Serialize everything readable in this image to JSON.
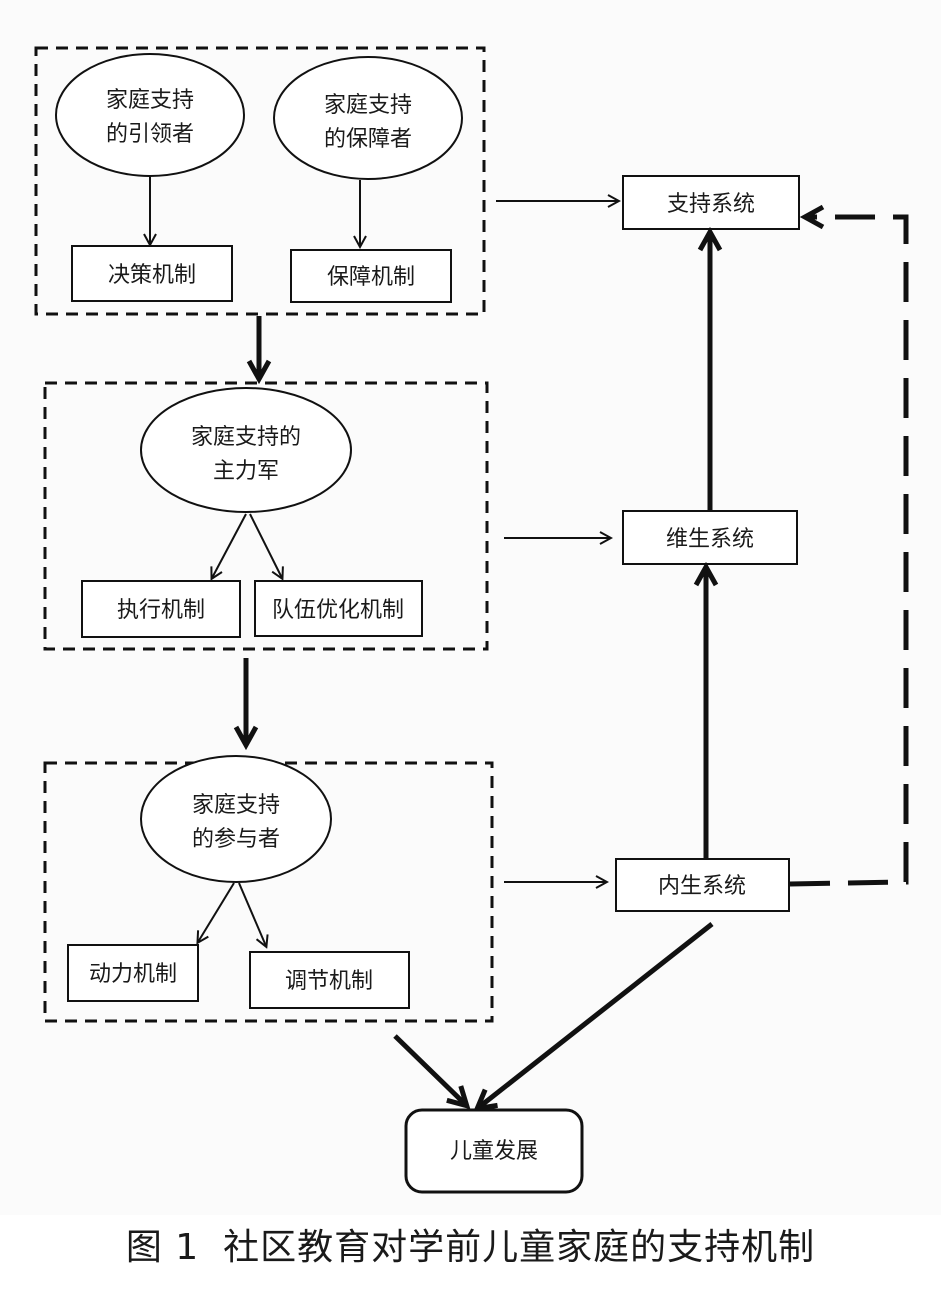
{
  "figure": {
    "caption_prefix": "图 1",
    "caption_title": "社区教育对学前儿童家庭的支持机制"
  },
  "groups": [
    {
      "id": "group-leaders",
      "roles": [
        {
          "id": "role-leader",
          "lines": [
            "家庭支持",
            "的引领者"
          ]
        },
        {
          "id": "role-guarantor",
          "lines": [
            "家庭支持",
            "的保障者"
          ]
        }
      ],
      "mechanisms": [
        {
          "id": "mech-decision",
          "label": "决策机制"
        },
        {
          "id": "mech-guarantee",
          "label": "保障机制"
        }
      ],
      "feeds": "system-support"
    },
    {
      "id": "group-main-force",
      "roles": [
        {
          "id": "role-main-force",
          "lines": [
            "家庭支持的",
            "主力军"
          ]
        }
      ],
      "mechanisms": [
        {
          "id": "mech-execution",
          "label": "执行机制"
        },
        {
          "id": "mech-team",
          "label": "队伍优化机制"
        }
      ],
      "feeds": "system-sustain"
    },
    {
      "id": "group-participants",
      "roles": [
        {
          "id": "role-participant",
          "lines": [
            "家庭支持",
            "的参与者"
          ]
        }
      ],
      "mechanisms": [
        {
          "id": "mech-motivation",
          "label": "动力机制"
        },
        {
          "id": "mech-regulation",
          "label": "调节机制"
        }
      ],
      "feeds": "system-endogenous"
    }
  ],
  "systems": [
    {
      "id": "system-support",
      "label": "支持系统"
    },
    {
      "id": "system-sustain",
      "label": "维生系统"
    },
    {
      "id": "system-endogenous",
      "label": "内生系统"
    }
  ],
  "outcome": {
    "id": "child-development",
    "label": "儿童发展"
  },
  "edges": [
    {
      "from": "role-leader",
      "to": "mech-decision",
      "style": "thin"
    },
    {
      "from": "role-guarantor",
      "to": "mech-guarantee",
      "style": "thin"
    },
    {
      "from": "role-main-force",
      "to": "mech-execution",
      "style": "thin"
    },
    {
      "from": "role-main-force",
      "to": "mech-team",
      "style": "thin"
    },
    {
      "from": "role-participant",
      "to": "mech-motivation",
      "style": "thin"
    },
    {
      "from": "role-participant",
      "to": "mech-regulation",
      "style": "thin"
    },
    {
      "from": "group-leaders",
      "to": "group-main-force",
      "style": "thick"
    },
    {
      "from": "group-main-force",
      "to": "group-participants",
      "style": "thick"
    },
    {
      "from": "group-leaders",
      "to": "system-support",
      "style": "thin"
    },
    {
      "from": "group-main-force",
      "to": "system-sustain",
      "style": "thin"
    },
    {
      "from": "group-participants",
      "to": "system-endogenous",
      "style": "thin"
    },
    {
      "from": "system-endogenous",
      "to": "system-sustain",
      "style": "thick"
    },
    {
      "from": "system-sustain",
      "to": "system-support",
      "style": "thick"
    },
    {
      "from": "system-endogenous",
      "to": "system-support",
      "style": "thick-dashed"
    },
    {
      "from": "group-participants",
      "to": "child-development",
      "style": "thick"
    },
    {
      "from": "system-endogenous",
      "to": "child-development",
      "style": "thick"
    }
  ]
}
